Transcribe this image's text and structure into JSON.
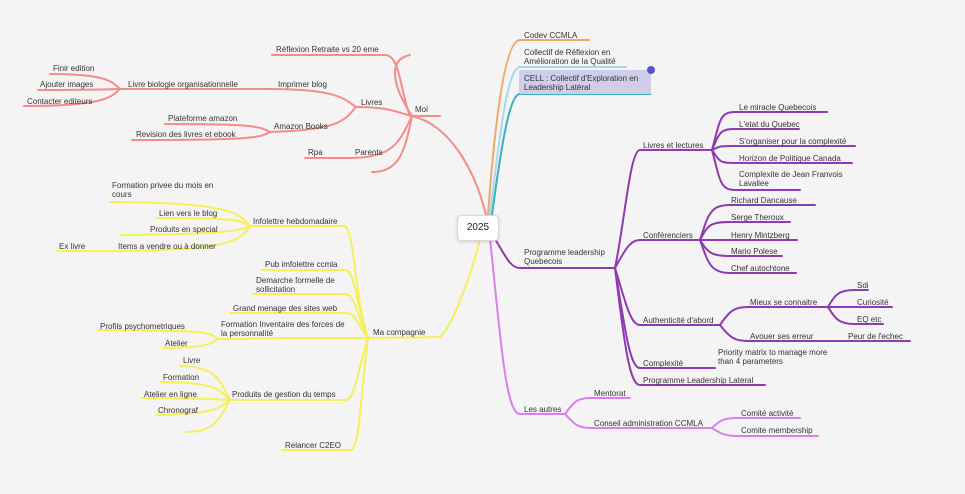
{
  "center": {
    "label": "2025"
  },
  "colors": {
    "moi": "#f58b8b",
    "compagnie": "#f5f05a",
    "codev": "#f0a86a",
    "collectif": "#a8d8f0",
    "cell": "#3ab0c0",
    "programme": "#8e3ab0",
    "autres": "#d880e8",
    "selection": "#5a52c8"
  },
  "moi": {
    "label": "Moi",
    "reflexion": "Réflexion Retraite vs 20 eme",
    "livres": "Livres",
    "imprimer_blog": "Imprimer blog",
    "livre_biologie": "Livre biologie organisationnelle",
    "finir_edition": "Finir edition",
    "ajouter_images": "Ajouter images",
    "contacter_editeurs": "Contacter editeurs",
    "amazon_books": "Amazon Books",
    "plateforme_amazon": "Plateforme amazon",
    "revision": "Revision des livres et ebook",
    "parents": "Parents",
    "rpa": "Rpa"
  },
  "compagnie": {
    "label": "Ma compagnie",
    "infolettre": "Infolettre hebdomadaire",
    "formation_privee": "Formation privee du mois en cours",
    "lien_blog": "Lien vers le blog",
    "produits_special": "Produits en special",
    "items_vendre": "Items a vendre ou à donner",
    "ex_livre": "Ex livre",
    "pub": "Pub imfolettre ccmla",
    "demarche": "Demarche formelle de sollicitation",
    "grand_menage": "Grand menage des sites web",
    "formation_inventaire": "Formation Inventaire des forces de la personnalité",
    "profils": "Profils psychometriques",
    "atelier": "Atelier",
    "produits_gestion": "Produits de gestion du temps",
    "livre": "Livre",
    "formation": "Formation",
    "atelier_ligne": "Atelier en ligne",
    "chronograf": "Chronograf",
    "relancer": "Relancer C2EO"
  },
  "codev": "Codev CCMLA",
  "collectif": "Collectif de Réflexion en Amélioration de la Qualité",
  "cell": "CELL : Collectif d'Exploration en Leadership Latéral",
  "programme": {
    "label": "Programme leadership Quebecois",
    "livres_lectures": "Livres et lectures",
    "miracle": "Le miracle Quebecois",
    "etat": "L'etat du Quebec",
    "organiser": "S'organiser pour la complexité",
    "horizon": "Horizon de Politique Canada",
    "complexite_jean": "Complexite de Jean Franvois Lavallee",
    "conferenciers": "Conférenciers",
    "dancause": "Richard Dancause",
    "theroux": "Serge Theroux",
    "mintzberg": "Henry Mintzberg",
    "polese": "Mario Polese",
    "chef": "Chef autochtone",
    "authenticite": "Authenticité d'abord",
    "mieux_connaitre": "Mieux se connaitre",
    "sdi": "Sdi",
    "curiosite": "Curiosité",
    "eq": "EQ etc",
    "avouer": "Avouer ses erreur",
    "peur": "Peur de l'echec",
    "complexite": "Complexité",
    "priority": "Priority matrix to manage more than 4 parameters",
    "programme_lateral": "Programme Leadership Lateral"
  },
  "autres": {
    "label": "Les autres",
    "mentorat": "Mentorat",
    "conseil": "Conseil administration CCMLA",
    "comite_activite": "Comité activité",
    "comite_membership": "Comite membership"
  }
}
